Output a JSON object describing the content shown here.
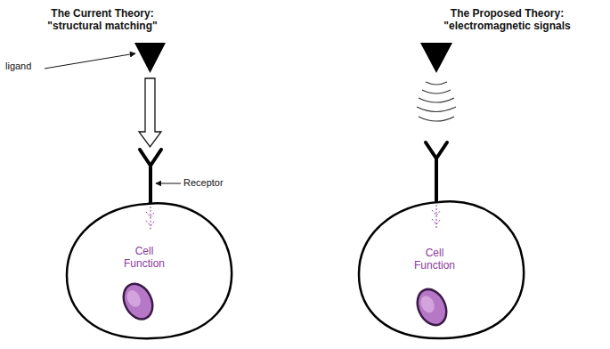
{
  "diagram": {
    "nodes": [
      {
        "text": [
          "Cell Function"
        ]
      },
      {
        "text": [
          "Cell Function"
        ]
      }
    ],
    "labels": [
      "The Current Theory: \"structural matching\"",
      "ligand",
      "Receptor",
      "The Proposed Theory: \"electromagnetic signals"
    ]
  }
}
